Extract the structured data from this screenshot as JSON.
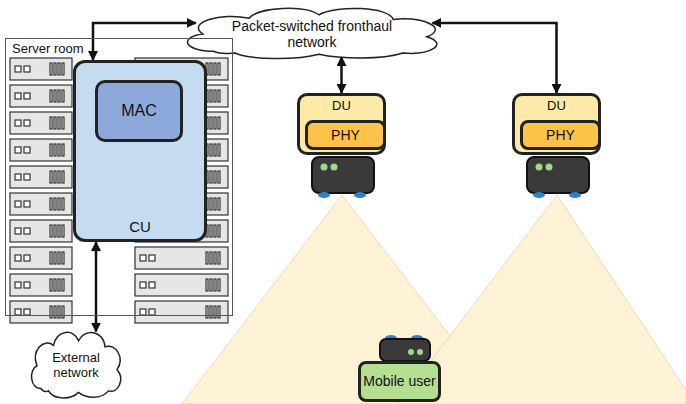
{
  "diagram": {
    "nodes": [
      {
        "text": [
          "Packet-switched fronthaul network"
        ]
      },
      {
        "text": [
          "Server room"
        ]
      },
      {
        "text": [
          "CU"
        ],
        "in": 1
      },
      {
        "text": [
          "MAC"
        ],
        "in": 2
      },
      {
        "text": [
          "External network"
        ]
      },
      {
        "text": [
          "DU"
        ]
      },
      {
        "text": [
          "PHY"
        ],
        "in": 5
      },
      {
        "text": [
          "DU"
        ]
      },
      {
        "text": [
          "PHY"
        ],
        "in": 7
      },
      {
        "text": [
          "Mobile user"
        ]
      }
    ],
    "edges": [
      {
        "from": 2,
        "to": 0,
        "arrow": "both"
      },
      {
        "from": 0,
        "to": 5,
        "arrow": "both"
      },
      {
        "from": 0,
        "to": 7,
        "arrow": "both"
      },
      {
        "from": 2,
        "to": 4,
        "arrow": "both"
      }
    ]
  }
}
